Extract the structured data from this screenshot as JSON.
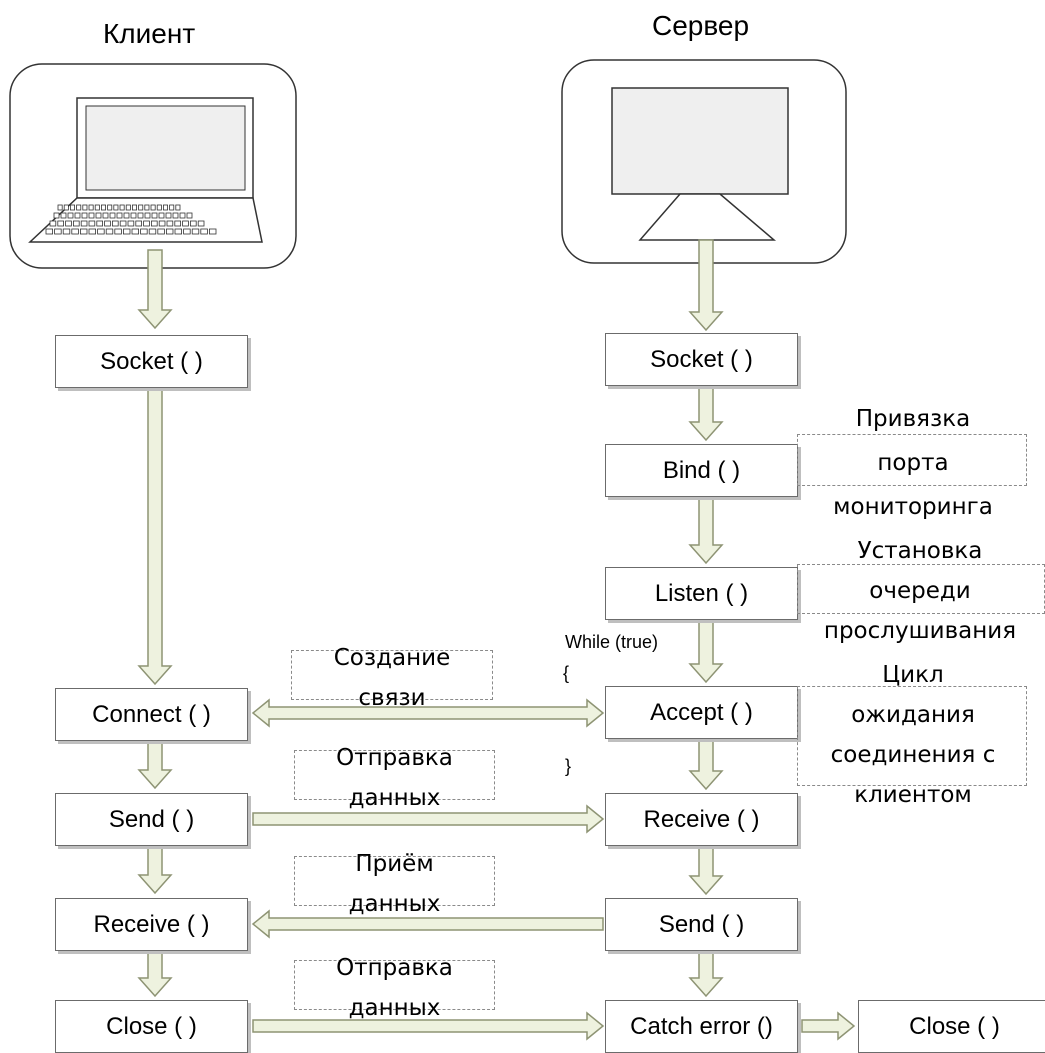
{
  "titles": {
    "client": "Клиент",
    "server": "Сервер"
  },
  "client_steps": {
    "socket": "Socket ( )",
    "connect": "Connect ( )",
    "send": "Send ( )",
    "receive": "Receive ( )",
    "close": "Close ( )"
  },
  "server_steps": {
    "socket": "Socket ( )",
    "bind": "Bind ( )",
    "listen": "Listen ( )",
    "accept": "Accept ( )",
    "receive": "Receive ( )",
    "send": "Send ( )",
    "catch": "Catch error ()",
    "close": "Close ( )"
  },
  "loop": {
    "while": "While (true)",
    "open_brace": "{",
    "close_brace": "}"
  },
  "notes": {
    "bind": [
      "Привязка",
      "порта",
      "мониторинга"
    ],
    "listen": [
      "Установка",
      "очереди",
      "прослушивания"
    ],
    "accept": [
      "Цикл",
      "ожидания",
      "соединения с",
      "клиентом"
    ],
    "connect": [
      "Создание",
      "связи"
    ],
    "send": [
      "Отправка",
      "данных"
    ],
    "receive": [
      "Приём",
      "данных"
    ],
    "close": [
      "Отправка",
      "данных"
    ]
  },
  "icons": {
    "client": "laptop-icon",
    "server": "monitor-icon"
  },
  "colors": {
    "arrow_fill": "#eef2df",
    "arrow_stroke": "#8e9474",
    "box_border": "#6b6b6b"
  }
}
